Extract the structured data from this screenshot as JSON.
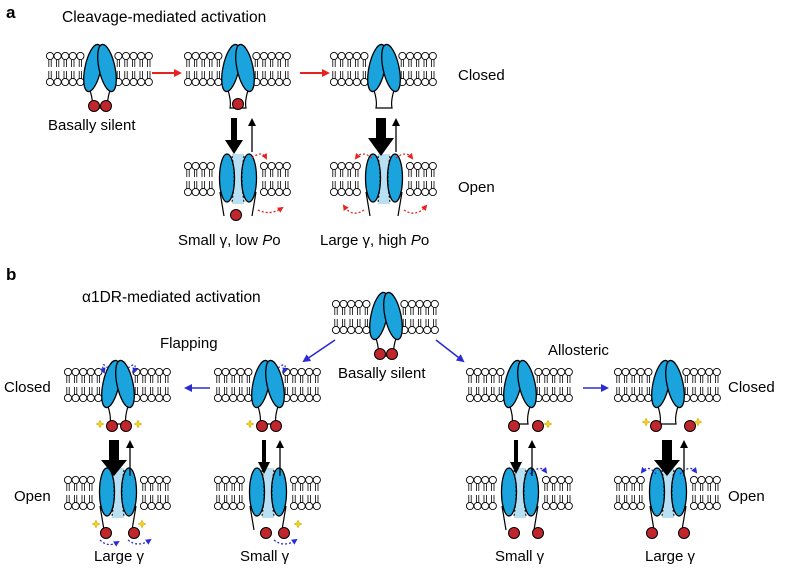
{
  "panel_a": {
    "letter": "a",
    "title": "Cleavage-mediated activation",
    "title_color": "#e8231f",
    "labels": {
      "basally_silent": "Basally silent",
      "closed": "Closed",
      "open": "Open",
      "small_low_prefix": "Small γ, low ",
      "large_high_prefix": "Large γ, high ",
      "po_P": "P",
      "po_o": "o"
    }
  },
  "panel_b": {
    "letter": "b",
    "title": "α1DR-mediated activation",
    "title_color": "#2b2bd6",
    "labels": {
      "flapping": "Flapping",
      "allosteric": "Allosteric",
      "basally_silent": "Basally silent",
      "closed_left": "Closed",
      "open_left": "Open",
      "closed_right": "Closed",
      "open_right": "Open",
      "large_gamma_left": "Large γ",
      "small_gamma_left": "Small γ",
      "small_gamma_right": "Small γ",
      "large_gamma_right": "Large γ"
    }
  },
  "colors": {
    "channel": "#1aa3dc",
    "channel_stroke": "#000000",
    "ball": "#c0272d",
    "red_arrow": "#e8231f",
    "blue_arrow": "#2b2bd6",
    "star": "#f5d31b",
    "pore_glow": "#b9dff2"
  }
}
